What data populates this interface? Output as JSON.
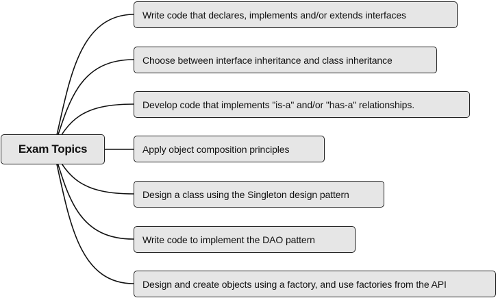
{
  "center": {
    "label": "Exam Topics"
  },
  "topics": [
    {
      "label": "Write code that declares, implements and/or extends interfaces"
    },
    {
      "label": "Choose between interface inheritance and class inheritance"
    },
    {
      "label": "Develop code that implements \"is-a\" and/or \"has-a\" relationships."
    },
    {
      "label": "Apply object composition principles"
    },
    {
      "label": "Design a class using the Singleton design pattern"
    },
    {
      "label": "Write code to implement the DAO pattern"
    },
    {
      "label": "Design and create objects using a factory, and use factories from the API"
    }
  ],
  "colors": {
    "box_fill": "#e6e6e6",
    "box_border": "#222222",
    "connector": "#111111"
  }
}
